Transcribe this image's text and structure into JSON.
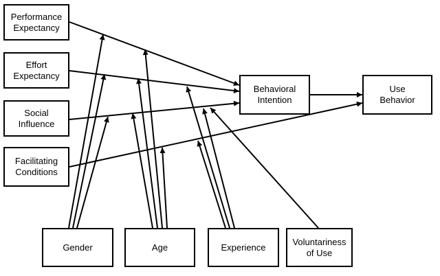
{
  "diagram": {
    "nodes": {
      "performance_expectancy": "Performance\nExpectancy",
      "effort_expectancy": "Effort\nExpectancy",
      "social_influence": "Social\nInfluence",
      "facilitating_conditions": "Facilitating\nConditions",
      "behavioral_intention": "Behavioral\nIntention",
      "use_behavior": "Use\nBehavior",
      "gender": "Gender",
      "age": "Age",
      "experience": "Experience",
      "voluntariness_of_use": "Voluntariness\nof Use"
    },
    "edges": [
      {
        "from": "performance_expectancy",
        "to": "behavioral_intention"
      },
      {
        "from": "effort_expectancy",
        "to": "behavioral_intention"
      },
      {
        "from": "social_influence",
        "to": "behavioral_intention"
      },
      {
        "from": "behavioral_intention",
        "to": "use_behavior"
      },
      {
        "from": "facilitating_conditions",
        "to": "use_behavior"
      },
      {
        "from": "gender",
        "to": "performance_expectancy edge"
      },
      {
        "from": "gender",
        "to": "effort_expectancy edge"
      },
      {
        "from": "gender",
        "to": "social_influence edge"
      },
      {
        "from": "age",
        "to": "performance_expectancy edge"
      },
      {
        "from": "age",
        "to": "effort_expectancy edge"
      },
      {
        "from": "age",
        "to": "social_influence edge"
      },
      {
        "from": "age",
        "to": "facilitating_conditions edge"
      },
      {
        "from": "experience",
        "to": "effort_expectancy edge"
      },
      {
        "from": "experience",
        "to": "social_influence edge"
      },
      {
        "from": "experience",
        "to": "facilitating_conditions edge"
      },
      {
        "from": "voluntariness_of_use",
        "to": "social_influence edge"
      }
    ],
    "line_color": "#000000",
    "box_border_color": "#000000",
    "background_color": "#ffffff"
  }
}
